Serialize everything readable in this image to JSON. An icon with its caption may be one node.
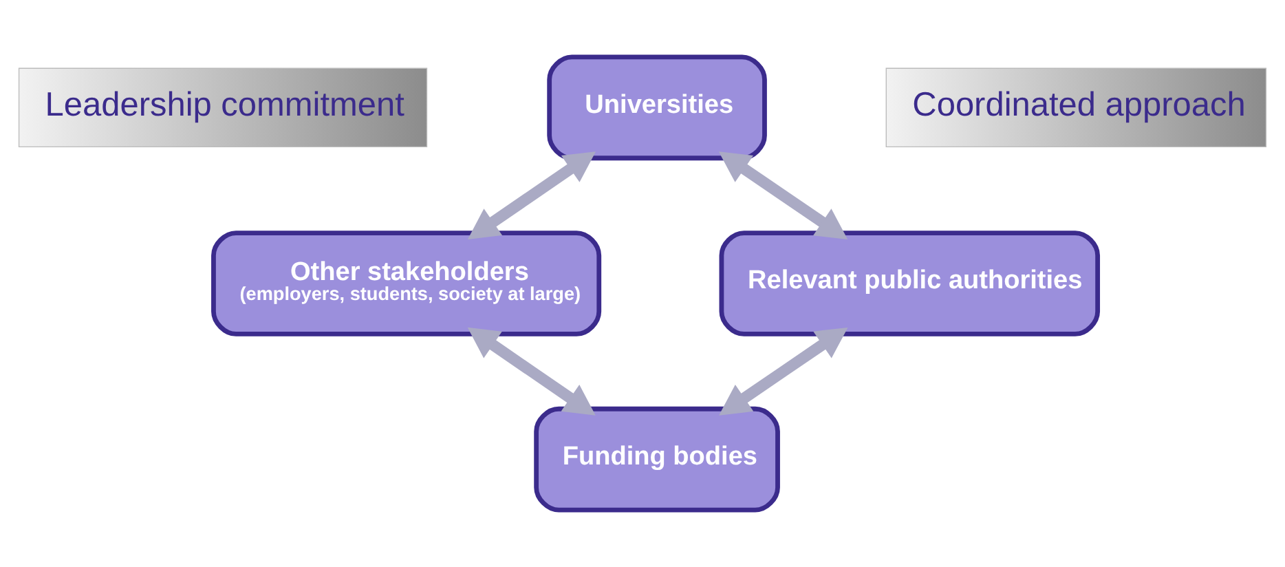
{
  "diagram": {
    "nodes": [
      {
        "text": [
          "Universities"
        ]
      },
      {
        "text": [
          "Leadership commitment"
        ]
      },
      {
        "text": [
          "Coordinated approach"
        ]
      },
      {
        "text": [
          "Other stakeholders",
          "(employers, students, society at large)"
        ]
      },
      {
        "text": [
          "Relevant public authorities"
        ]
      },
      {
        "text": [
          "Funding bodies"
        ]
      }
    ],
    "edges": [
      {
        "from": 0,
        "to": 3,
        "arrow": "both"
      },
      {
        "from": 0,
        "to": 4,
        "arrow": "both"
      },
      {
        "from": 3,
        "to": 5,
        "arrow": "both"
      },
      {
        "from": 4,
        "to": 5,
        "arrow": "both"
      }
    ]
  }
}
